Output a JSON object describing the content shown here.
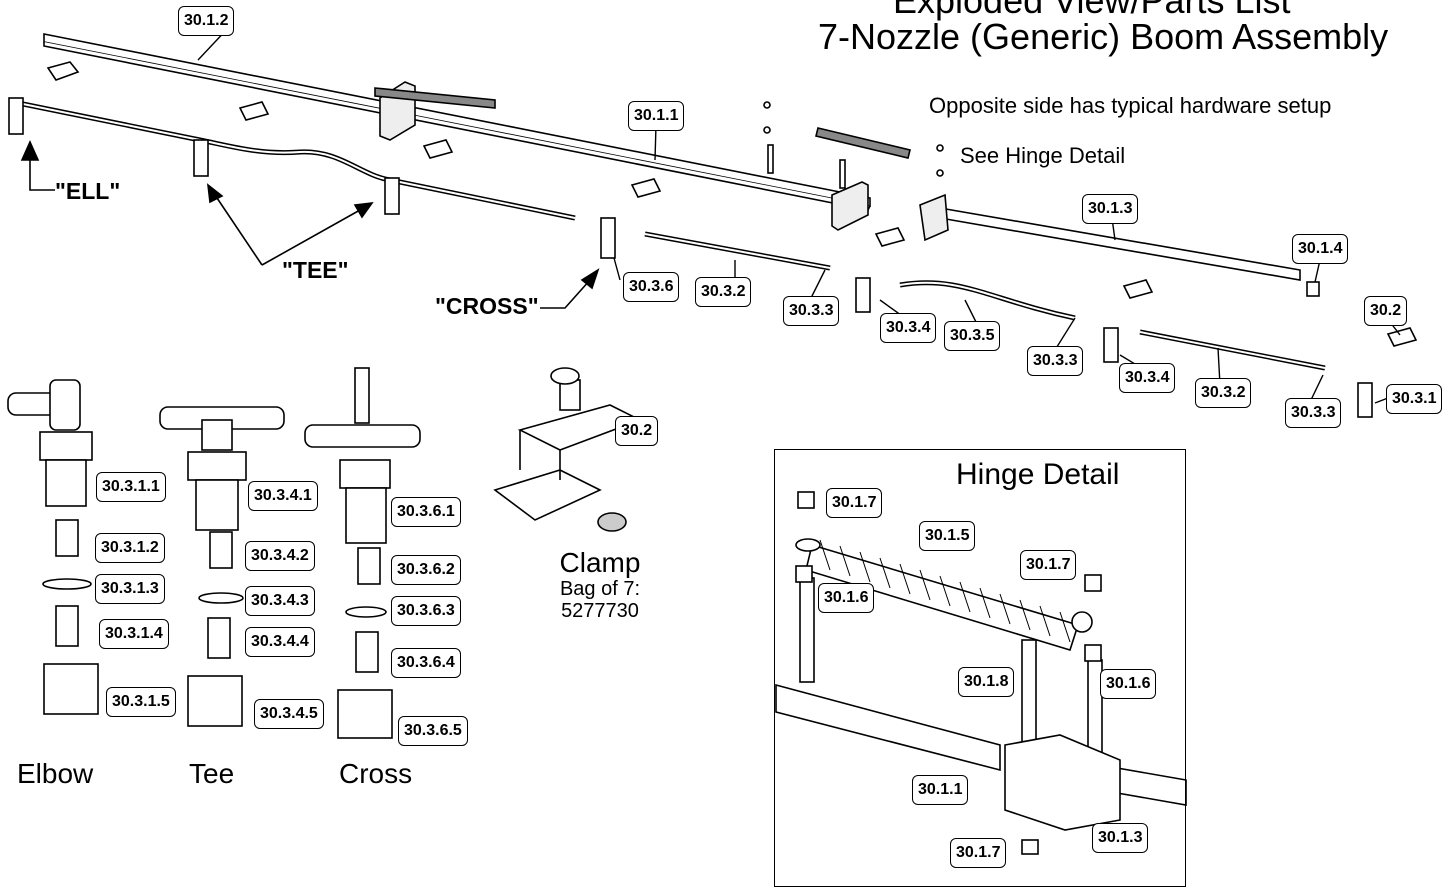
{
  "header": {
    "title_line1": "Exploded View/Parts List",
    "title_line2": "7-Nozzle (Generic) Boom Assembly"
  },
  "notes": {
    "opposite_side": "Opposite side has typical hardware setup",
    "see_hinge": "See Hinge Detail"
  },
  "callouts": {
    "ell": "\"ELL\"",
    "tee": "\"TEE\"",
    "cross": "\"CROSS\""
  },
  "labels": {
    "l_30_1_2": "30.1.2",
    "l_30_1_1": "30.1.1",
    "l_30_1_3": "30.1.3",
    "l_30_1_4": "30.1.4",
    "l_30_2_top": "30.2",
    "l_30_3_6": "30.3.6",
    "l_30_3_2a": "30.3.2",
    "l_30_3_3a": "30.3.3",
    "l_30_3_4a": "30.3.4",
    "l_30_3_5": "30.3.5",
    "l_30_3_3b": "30.3.3",
    "l_30_3_4b": "30.3.4",
    "l_30_3_2b": "30.3.2",
    "l_30_3_3c": "30.3.3",
    "l_30_3_1": "30.3.1",
    "l_30_3_1_1": "30.3.1.1",
    "l_30_3_1_2": "30.3.1.2",
    "l_30_3_1_3": "30.3.1.3",
    "l_30_3_1_4": "30.3.1.4",
    "l_30_3_1_5": "30.3.1.5",
    "l_30_3_4_1": "30.3.4.1",
    "l_30_3_4_2": "30.3.4.2",
    "l_30_3_4_3": "30.3.4.3",
    "l_30_3_4_4": "30.3.4.4",
    "l_30_3_4_5": "30.3.4.5",
    "l_30_3_6_1": "30.3.6.1",
    "l_30_3_6_2": "30.3.6.2",
    "l_30_3_6_3": "30.3.6.3",
    "l_30_3_6_4": "30.3.6.4",
    "l_30_3_6_5": "30.3.6.5",
    "l_30_2_clamp": "30.2",
    "l_30_1_7a": "30.1.7",
    "l_30_1_5": "30.1.5",
    "l_30_1_7b": "30.1.7",
    "l_30_1_6a": "30.1.6",
    "l_30_1_8": "30.1.8",
    "l_30_1_6b": "30.1.6",
    "l_30_1_1h": "30.1.1",
    "l_30_1_3h": "30.1.3",
    "l_30_1_7c": "30.1.7"
  },
  "captions": {
    "elbow": "Elbow",
    "tee": "Tee",
    "cross": "Cross"
  },
  "clamp": {
    "title": "Clamp",
    "bag": "Bag of 7:",
    "part_number": "5277730"
  },
  "hinge_detail": {
    "title": "Hinge Detail"
  }
}
